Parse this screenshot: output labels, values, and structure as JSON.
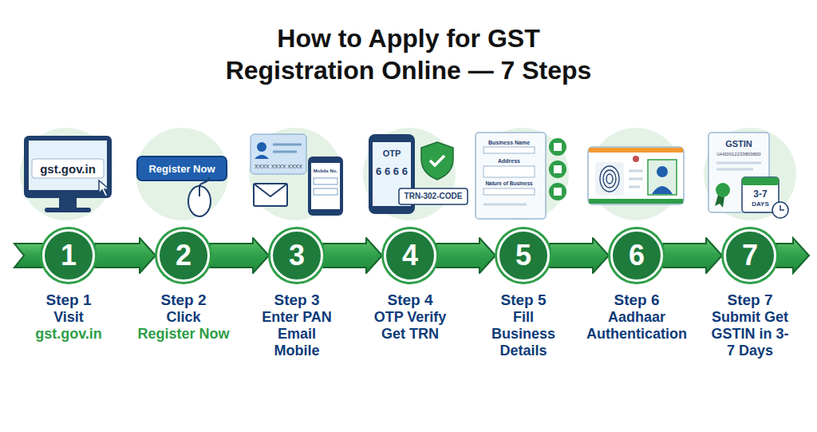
{
  "diagram": {
    "title": "How to Apply for GST Registration Online — 7 Steps",
    "nodes": [
      {
        "text": [
          "1",
          "Step 1",
          "Visit",
          "gst.gov.in"
        ]
      },
      {
        "text": [
          "2",
          "Step 2",
          "Click",
          "Register Now"
        ]
      },
      {
        "text": [
          "3",
          "Step 3",
          "Enter PAN Email Mobile"
        ]
      },
      {
        "text": [
          "4",
          "Step 4",
          "OTP Verify Get TRN"
        ]
      },
      {
        "text": [
          "5",
          "Step 5",
          "Fill Business Details"
        ]
      },
      {
        "text": [
          "6",
          "Step 6",
          "Aadhaar Authentication"
        ]
      },
      {
        "text": [
          "7",
          "Step 7",
          "Submit Get GSTIN in 3-7 Days"
        ]
      }
    ],
    "edges": [
      {
        "from": 0,
        "to": 1,
        "arrow": "to"
      },
      {
        "from": 1,
        "to": 2,
        "arrow": "to"
      },
      {
        "from": 2,
        "to": 3,
        "arrow": "to"
      },
      {
        "from": 3,
        "to": 4,
        "arrow": "to"
      },
      {
        "from": 4,
        "to": 5,
        "arrow": "to"
      },
      {
        "from": 5,
        "to": 6,
        "arrow": "to"
      }
    ],
    "labels": [
      "gst.gov.in",
      "Register Now",
      "XXXX XXXX XXXX",
      "Mobile No.",
      "OTP",
      "6 6 6 6",
      "TRN-302-CODE",
      "Business Name",
      "Address",
      "Nature of Business",
      "GSTIN",
      "UH00012233803800",
      "3-7",
      "DAYS"
    ]
  }
}
